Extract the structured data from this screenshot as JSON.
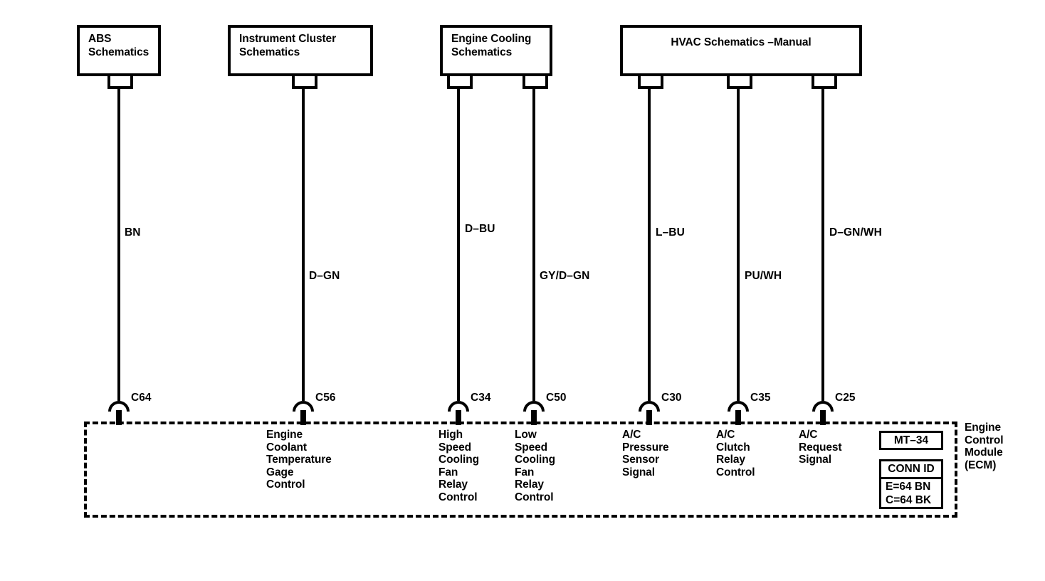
{
  "diagram": {
    "title": "Engine Control Module (ECM) wiring connections",
    "ink_color": "#000000",
    "background_color": "#ffffff"
  },
  "source_boxes": [
    {
      "label": "ABS\nSchematics",
      "centered": false
    },
    {
      "label": "Instrument Cluster\nSchematics",
      "centered": false
    },
    {
      "label": "Engine Cooling\nSchematics",
      "centered": false
    },
    {
      "label": "HVAC Schematics –Manual",
      "centered": true
    }
  ],
  "circuits": [
    {
      "wire_color": "BN",
      "connector": "C64",
      "function": ""
    },
    {
      "wire_color": "D–GN",
      "connector": "C56",
      "function": "Engine\nCoolant\nTemperature\nGage\nControl"
    },
    {
      "wire_color": "D–BU",
      "connector": "C34",
      "function": "High\nSpeed\nCooling\nFan\nRelay\nControl"
    },
    {
      "wire_color": "GY/D–GN",
      "connector": "C50",
      "function": "Low\nSpeed\nCooling\nFan\nRelay\nControl"
    },
    {
      "wire_color": "L–BU",
      "connector": "C30",
      "function": "A/C\nPressure\nSensor\nSignal"
    },
    {
      "wire_color": "PU/WH",
      "connector": "C35",
      "function": "A/C\nClutch\nRelay\nControl"
    },
    {
      "wire_color": "D–GN/WH",
      "connector": "C25",
      "function": "A/C\nRequest\nSignal"
    }
  ],
  "ecm": {
    "title": "Engine\nControl\nModule\n(ECM)",
    "part_id": "MT–34",
    "conn_id_header": "CONN ID",
    "conn_id_values": "E=64 BN\nC=64 BK"
  }
}
